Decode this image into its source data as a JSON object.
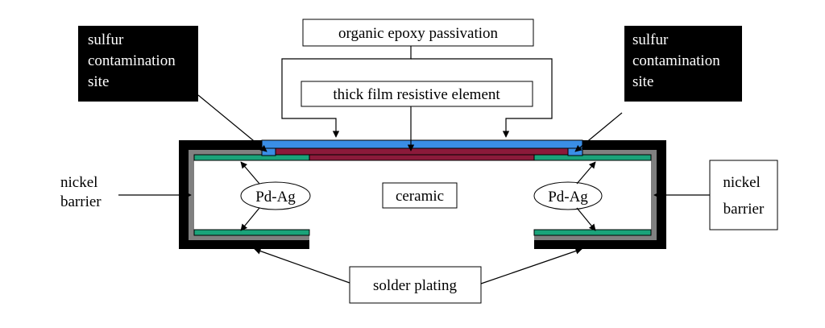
{
  "labels": {
    "organic_epoxy": "organic epoxy passivation",
    "thick_film": "thick film resistive element",
    "sulfur_left": [
      "sulfur",
      "contamination",
      "site"
    ],
    "sulfur_right": [
      "sulfur",
      "contamination",
      "site"
    ],
    "nickel_left": [
      "nickel",
      "barrier"
    ],
    "nickel_right": [
      "nickel",
      "barrier"
    ],
    "pdag_left": "Pd-Ag",
    "pdag_right": "Pd-Ag",
    "ceramic": "ceramic",
    "solder": "solder plating"
  },
  "colors": {
    "epoxy": "#3a8ee6",
    "resistive": "#8b1a3a",
    "pdag": "#1aa37a",
    "nickel": "#808080",
    "solder": "#000000",
    "callout_black": "#000000",
    "text_on_black": "#ffffff"
  }
}
